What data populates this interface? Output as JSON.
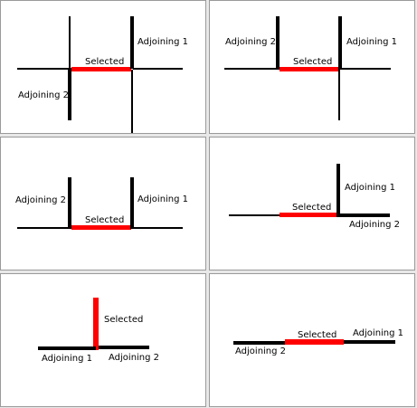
{
  "colors": {
    "selected": "#ff0000",
    "adjoining": "#000000",
    "panel_bg": "#ffffff",
    "background": "#e8e8e8"
  },
  "panels": [
    {
      "selected": "Selected",
      "adjoining_1": "Adjoining 1",
      "adjoining_2": "Adjoining 2"
    },
    {
      "selected": "Selected",
      "adjoining_1": "Adjoining 1",
      "adjoining_2": "Adjoining 2"
    },
    {
      "selected": "Selected",
      "adjoining_1": "Adjoining 1",
      "adjoining_2": "Adjoining 2"
    },
    {
      "selected": "Selected",
      "adjoining_1": "Adjoining 1",
      "adjoining_2": "Adjoining 2"
    },
    {
      "selected": "Selected",
      "adjoining_1": "Adjoining 1",
      "adjoining_2": "Adjoining 2"
    },
    {
      "selected": "Selected",
      "adjoining_1": "Adjoining 1",
      "adjoining_2": "Adjoining 2"
    }
  ]
}
